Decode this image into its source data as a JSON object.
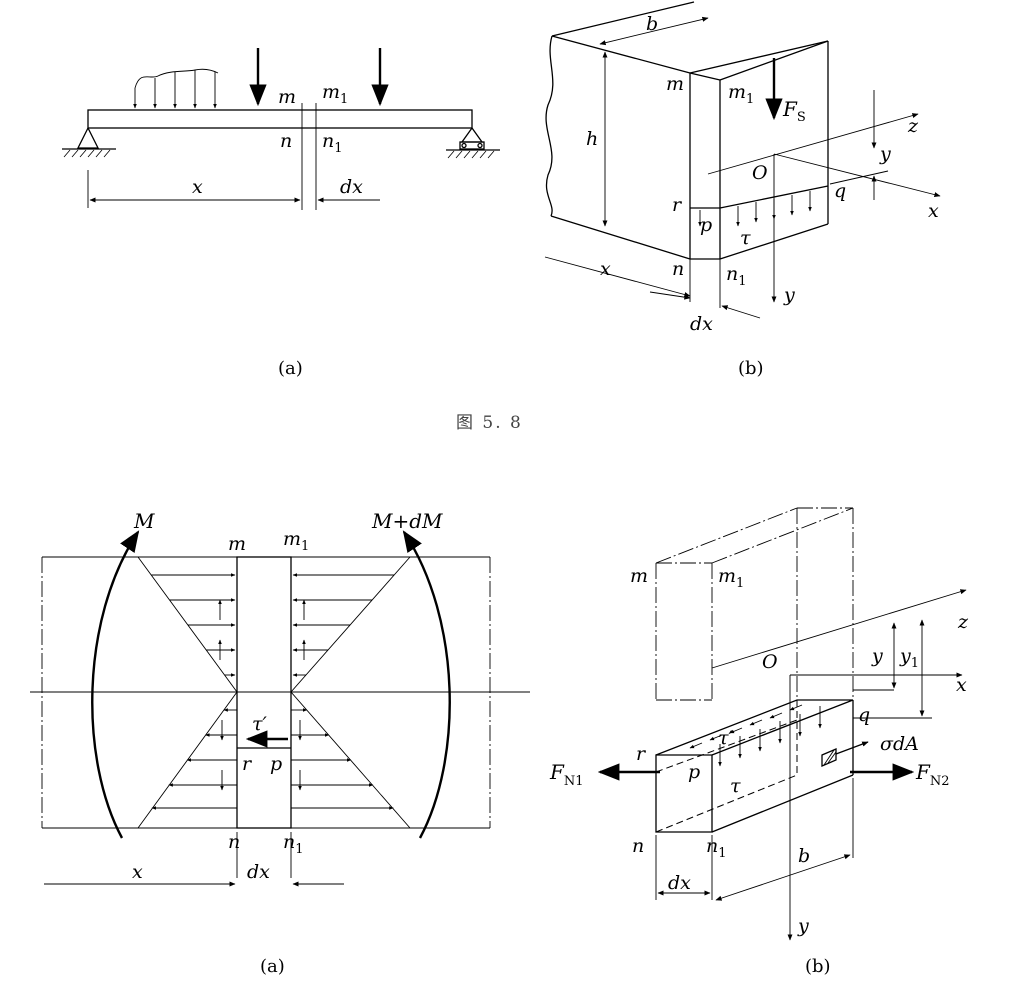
{
  "figure_5_8": {
    "caption": "图 5. 8",
    "panel_a": {
      "caption": "(a)",
      "labels": {
        "m": "m",
        "m1": "m",
        "m1_sub": "1",
        "n": "n",
        "n1": "n",
        "n1_sub": "1",
        "x": "x",
        "dx": "dx"
      }
    },
    "panel_b": {
      "caption": "(b)",
      "labels": {
        "b": "b",
        "h": "h",
        "m": "m",
        "m1": "m",
        "m1_sub": "1",
        "Fs": "F",
        "Fs_sub": "S",
        "z": "z",
        "y_dim": "y",
        "O": "O",
        "q": "q",
        "x_axis": "x",
        "r": "r",
        "p": "p",
        "tau": "τ",
        "n": "n",
        "n1": "n",
        "n1_sub": "1",
        "x_dim": "x",
        "y_axis": "y",
        "dx": "dx"
      }
    }
  },
  "figure_5_9": {
    "panel_a": {
      "caption": "(a)",
      "labels": {
        "M": "M",
        "M_dM": "M+dM",
        "m": "m",
        "m1": "m",
        "m1_sub": "1",
        "tau_prime": "τ′",
        "r": "r",
        "p": "p",
        "n": "n",
        "n1": "n",
        "n1_sub": "1",
        "x": "x",
        "dx": "dx"
      }
    },
    "panel_b": {
      "caption": "(b)",
      "labels": {
        "m": "m",
        "m1": "m",
        "m1_sub": "1",
        "z": "z",
        "O": "O",
        "y": "y",
        "y1": "y",
        "y1_sub": "1",
        "x_axis": "x",
        "tau_prime": "τ′",
        "q": "q",
        "sigma_dA": "σdA",
        "FN1": "F",
        "FN1_sub": "N1",
        "FN2": "F",
        "FN2_sub": "N2",
        "r": "r",
        "p": "p",
        "tau": "τ",
        "n": "n",
        "n1": "n",
        "n1_sub": "1",
        "b": "b",
        "dx": "dx",
        "y_axis": "y"
      }
    }
  }
}
